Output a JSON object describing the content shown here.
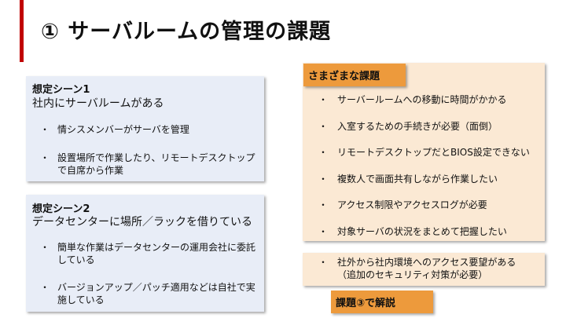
{
  "title": "① サーバルームの管理の課題",
  "scene1": {
    "heading": "想定シーン1",
    "subtitle": "社内にサーバルームがある",
    "items": [
      "情シスメンバーがサーバを管理",
      "設置場所で作業したり、リモートデスクトップで自席から作業"
    ]
  },
  "scene2": {
    "heading": "想定シーン2",
    "subtitle": "データセンターに場所／ラックを借りている",
    "items": [
      "簡単な作業はデータセンターの運用会社に委託している",
      "バージョンアップ／パッチ適用などは自社で実施している"
    ]
  },
  "issues": {
    "label": "さまざまな課題",
    "items": [
      "サーバールームへの移動に時間がかかる",
      "入室するための手続きが必要（面倒）",
      "リモートデスクトップだとBIOS設定できない",
      "複数人で画面共有しながら作業したい",
      "アクセス制限やアクセスログが必要",
      "対象サーバの状況をまとめて把握したい"
    ]
  },
  "remote": {
    "line1": "社外から社内環境へのアクセス要望がある",
    "line2": "（追加のセキュリティ対策が必要）",
    "tag": "課題③で解説"
  },
  "colors": {
    "accent": "#c00000",
    "orange": "#ed9a3c",
    "left_bg": "#e8edf7",
    "right_bg": "#fbe9d4"
  }
}
